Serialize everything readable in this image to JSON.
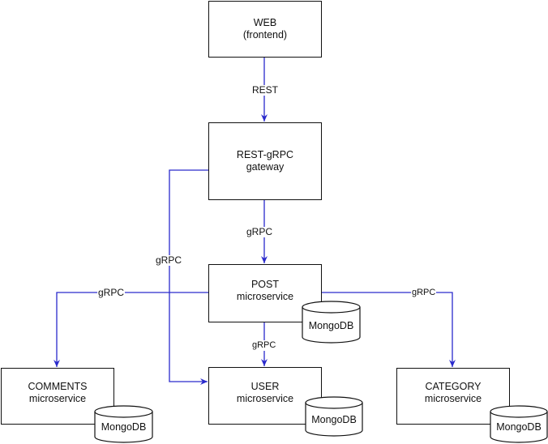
{
  "diagram": {
    "nodes": {
      "web": {
        "line1": "WEB",
        "line2": "(frontend)"
      },
      "gateway": {
        "line1": "REST-gRPC",
        "line2": "gateway"
      },
      "post": {
        "line1": "POST",
        "line2": "microservice",
        "db": "MongoDB"
      },
      "comments": {
        "line1": "COMMENTS",
        "line2": "microservice",
        "db": "MongoDB"
      },
      "user": {
        "line1": "USER",
        "line2": "microservice",
        "db": "MongoDB"
      },
      "category": {
        "line1": "CATEGORY",
        "line2": "microservice",
        "db": "MongoDB"
      }
    },
    "edges": {
      "web_gateway": "REST",
      "gateway_post": "gRPC",
      "gateway_user": "gRPC",
      "post_comments": "gRPC",
      "post_user": "gRPC",
      "post_category": "gRPC"
    },
    "colors": {
      "edge": "#2a2acc",
      "border": "#111111"
    }
  }
}
